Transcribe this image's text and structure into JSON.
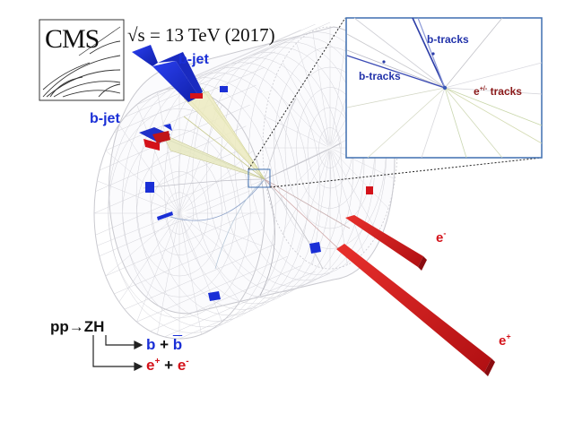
{
  "experiment": {
    "name": "CMS",
    "energy_label": "√s = 13 TeV (2017)"
  },
  "labels": {
    "bjet_upper": "b-jet",
    "bjet_left": "b-jet",
    "electron_minus": "e",
    "electron_minus_sup": "-",
    "positron": "e",
    "positron_sup": "+"
  },
  "inset": {
    "btracks_top": "b-tracks",
    "btracks_left": "b-tracks",
    "etracks_base": "e",
    "etracks_sup": "+/-",
    "etracks_suffix": " tracks"
  },
  "process": {
    "initial": "pp→ZH",
    "b": "b",
    "plus": "+",
    "bbar": "b",
    "e_plus": "e",
    "e_plus_sup": "+",
    "plus2": "+",
    "e_minus": "e",
    "e_minus_sup": "-"
  },
  "colors": {
    "jet_blue": "#1a2fd6",
    "electron_red": "#d4121a",
    "inset_frame": "#3f6fb0",
    "detector_grid": "#c9c9cf"
  }
}
